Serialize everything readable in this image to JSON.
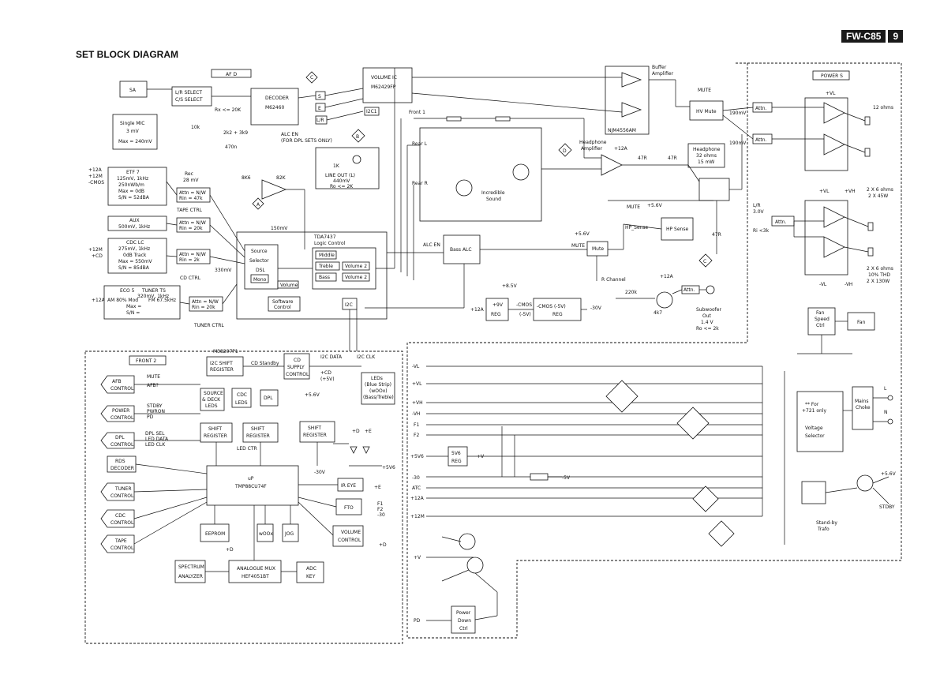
{
  "header": {
    "model": "FW-C85",
    "page": "9"
  },
  "title": "SET BLOCK DIAGRAM",
  "sections": {
    "af": "AF D",
    "power": "POWER S",
    "front": "FRONT 2"
  },
  "blocks": {
    "sa": "SA",
    "lr_select": [
      "L/R SELECT",
      "C/S SELECT"
    ],
    "decoder": [
      "DECODER",
      "M62460"
    ],
    "volume_ic": [
      "VOLUME IC",
      "M62429FP"
    ],
    "i2c_small": "I2C1",
    "buffer_amp": [
      "Buffer",
      "Amplifier"
    ],
    "buffer_chip": "NJM4556AM",
    "hv_mute": "HV Mute",
    "mute_lbl": "MUTE",
    "single_mic": [
      "Single MIC",
      "3 mV",
      "Max = 240mV"
    ],
    "rx": "Rx <= 20K",
    "r10k": "10k",
    "c_vals": [
      "2k2 + 3k9",
      "470n"
    ],
    "alc": [
      "ALC EN",
      "(FOR DPL SETS ONLY)"
    ],
    "line_out": [
      "LINE OUT (L)",
      "440mV",
      "Ro <= 2K"
    ],
    "r1k": "1K",
    "r8k6": "8K6",
    "r82k": "82K",
    "rec": [
      "Rec",
      "28 mV"
    ],
    "etf": [
      "+12A",
      "+12M",
      "-CMOS"
    ],
    "etf_box": [
      "ETF 7",
      "125mV, 1kHz",
      "250nWb/m",
      "Max = 0dB",
      "S/N = 52dBA"
    ],
    "attn1": [
      "Attn = N/W",
      "Rin = 47k"
    ],
    "tape_ctrl": "TAPE CTRL",
    "aux": [
      "AUX",
      "500mV, 1kHz"
    ],
    "attn2": [
      "Attn = N/W",
      "Rin = 20k"
    ],
    "cdc_lc": [
      "CDC LC",
      "275mV, 1kHz",
      "0dB Track",
      "Max = 550mV",
      "S/N = 85dBA"
    ],
    "cdc_side": [
      "+12M",
      "+CD"
    ],
    "attn3": [
      "Attn = N/W",
      "Rin = 2k"
    ],
    "cd_ctrl": "CD CTRL",
    "eco": [
      "ECO 5",
      "AM 80% Mod",
      "Max =",
      "S/N ="
    ],
    "tuner": [
      "TUNER TS",
      "320mV, 1kHz",
      "FM 67.5kHz"
    ],
    "eco_side": "+12A",
    "attn4": [
      "Attn = N/W",
      "Rin = 20k"
    ],
    "tuner_ctrl": "TUNER CTRL",
    "r150mv": "150mV",
    "r330mv": "330mV",
    "source_sel": [
      "Source",
      "Selector",
      "DSL"
    ],
    "mono": "Mono",
    "volume_small": "Volume",
    "logic": [
      "TDA7437",
      "Logic Control"
    ],
    "middle": "Middle",
    "treble": "Treble",
    "bass": "Bass",
    "volume2a": "Volume 2",
    "volume2b": "Volume 2",
    "software": [
      "Software",
      "Control"
    ],
    "i2c_mid": "I2C",
    "incredible": [
      "Incredible",
      "Sound"
    ],
    "rear_l": "Rear L",
    "rear_r": "Rear R",
    "front_lbl": "Front 1",
    "hp_amp": [
      "Headphone",
      "Amplifier"
    ],
    "hp_plus": "+12A",
    "r47a": "47R",
    "r47b": "47R",
    "headphone": [
      "Headphone",
      "32 ohms",
      "15 mW"
    ],
    "bass_alc": "Bass ALC",
    "alc_en": "ALC EN",
    "mute_box": "Mute",
    "mute_in": "MUTE",
    "v56": "+5.6V",
    "hp_sense": "HP Sense",
    "hp_sense_lbl": "HP_Sense",
    "r47c": "47R",
    "reg_9v": [
      "+9V",
      "REG"
    ],
    "reg_left": "+12A",
    "reg_top": "+8.5V",
    "cmos_reg": [
      "-CMOS (-5V)",
      "REG"
    ],
    "cmos_in": "-CMOS",
    "cmos_n30": "-30V",
    "cmos_n5": "(-5V)",
    "r_channel": "R Channel",
    "r220k": "220k",
    "r4k7": "4k7",
    "sub_plus": "+12A",
    "attn_sub": "Attn.",
    "subwoofer": [
      "Subwoofer",
      "Out",
      "1.4 V",
      "Ro <= 2k"
    ],
    "attn_p1": "Attn.",
    "attn_p2": "Attn.",
    "attn_p3": "Attn.",
    "p_190a": "190mV",
    "p_190b": "190mV",
    "p_lr": [
      "L/R",
      "3.0V"
    ],
    "p_ri": "Ri <3k",
    "sp12": "12 ohms",
    "sp_2x6a": [
      "2 X 6 ohms",
      "2 X 45W"
    ],
    "sp_2x6b": [
      "2 X 6 ohms",
      "10% THD",
      "2 X 130W"
    ],
    "pwr_pl": "+VL",
    "pwr_ph": "+VH",
    "pwr_nl": "-VL",
    "pwr_nh": "-VH",
    "fan_speed": [
      "Fan",
      "Speed",
      "Ctrl"
    ],
    "fan": "Fan",
    "rail_labels": [
      "-VL",
      "+VL",
      "+VH",
      "-VH",
      "F1",
      "F2",
      "+5V6",
      "-30",
      "ATC",
      "+12A",
      "+12M",
      "+V",
      "PD"
    ],
    "reg5v6": [
      "5V6",
      "REG"
    ],
    "reg5v6_out": "+V",
    "reg_n5": "-5V",
    "voltage_sel": [
      "** For",
      "+721 only",
      "Voltage",
      "Selector"
    ],
    "mains_choke": [
      "Mains",
      "Choke"
    ],
    "mains_l": "L",
    "mains_n": "N",
    "standby": [
      "Stand-by",
      "Trafo"
    ],
    "stdby": "STDBY",
    "v56_right": "+5.6V",
    "power_down": [
      "Power",
      "Down",
      "Ctrl"
    ],
    "m38": "M38207P1",
    "i2c_shift": [
      "I2C SHIFT",
      "REGISTER"
    ],
    "cd_standby": "CD Standby",
    "cd_supply": [
      "CD",
      "SUPPLY",
      "CONTROL"
    ],
    "cd_plus": [
      "+CD",
      "(+5V)"
    ],
    "cd_56": "+5.6V",
    "i2c_data": "I2C DATA",
    "i2c_clk": "I2C CLK",
    "leds_blue": [
      "LEDs",
      "(Blue Strip)",
      "(wOOx)",
      "(Bass/Treble)"
    ],
    "afb": [
      "AFB",
      "CONTROL"
    ],
    "afb_sig": [
      "MUTE",
      "AFB?"
    ],
    "power_ctrl": [
      "POWER",
      "CONTROL"
    ],
    "power_sig": [
      "STDBY",
      "PWRON",
      "PD"
    ],
    "dpl": [
      "DPL",
      "CONTROL"
    ],
    "dpl_sig": [
      "DPL SEL",
      "LED DATA",
      "LED CLK"
    ],
    "rds": [
      "RDS",
      "DECODER"
    ],
    "tuner_c": [
      "TUNER",
      "CONTROL"
    ],
    "cdc_c": [
      "CDC",
      "CONTROL"
    ],
    "tape_c": [
      "TAPE",
      "CONTROL"
    ],
    "src_leds": [
      "SOURCE",
      "& DECK",
      "LEDS"
    ],
    "cdc_leds": [
      "CDC",
      "LEDS"
    ],
    "dpl_box": "DPL",
    "shift1": [
      "SHIFT",
      "REGISTER"
    ],
    "shift2": [
      "SHIFT",
      "REGISTER"
    ],
    "shift3": [
      "SHIFT",
      "REGISTER"
    ],
    "shift_lbl": "LED CTR",
    "plus_a": "+D",
    "plus_b": "+E",
    "plus_56": "+5V6",
    "up": [
      "uP",
      "TMP88CU74F"
    ],
    "n30": "-30V",
    "ir_eye": "IR EYE",
    "ir_plus": "+E",
    "fto": "FTO",
    "fto_out": [
      "F1",
      "F2",
      "-30"
    ],
    "eeprom": "EEPROM",
    "eeprom_d": "+D",
    "woox": "wOOx",
    "jog": "JOG",
    "volume_ctrl": [
      "VOLUME",
      "CONTROL"
    ],
    "vol_d": "+D",
    "spectrum": [
      "SPECTRUM",
      "ANALYZER"
    ],
    "analogue_mux": [
      "ANALOGUE MUX",
      "HEF4051BT"
    ],
    "adc_key": [
      "ADC",
      "KEY"
    ],
    "markers": [
      "C",
      "S",
      "E",
      "D",
      "A",
      "B",
      "C"
    ]
  }
}
